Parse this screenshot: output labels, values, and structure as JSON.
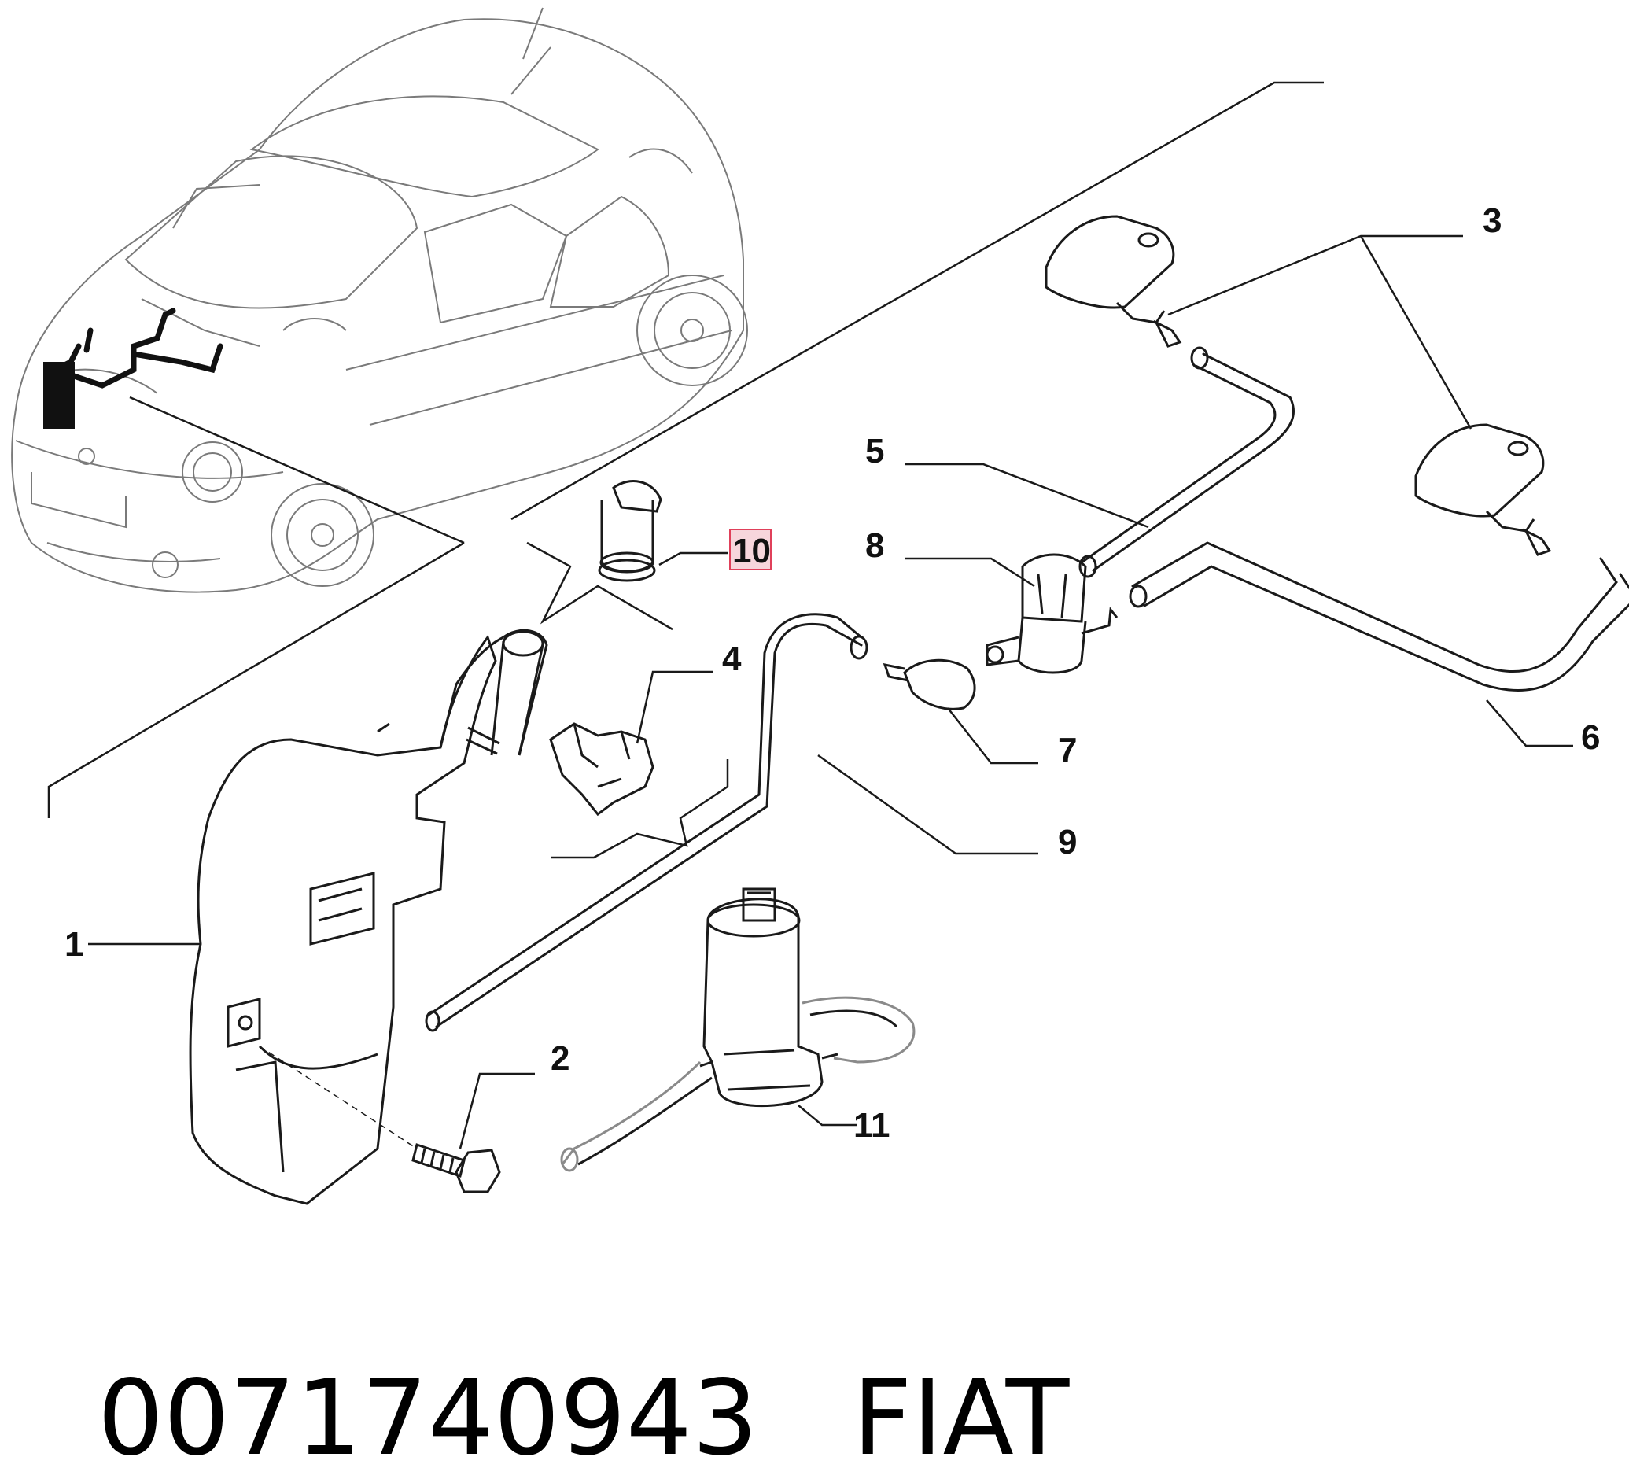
{
  "callouts": [
    {
      "id": "1",
      "part": "washer-reservoir"
    },
    {
      "id": "2",
      "part": "bolt"
    },
    {
      "id": "3",
      "part": "washer-nozzles"
    },
    {
      "id": "4",
      "part": "hose-clip"
    },
    {
      "id": "5",
      "part": "hose"
    },
    {
      "id": "6",
      "part": "hose"
    },
    {
      "id": "7",
      "part": "elbow-connector"
    },
    {
      "id": "8",
      "part": "three-way-connector"
    },
    {
      "id": "9",
      "part": "main-hose"
    },
    {
      "id": "10",
      "part": "filler-cap",
      "highlighted": true
    },
    {
      "id": "11",
      "part": "washer-pump"
    }
  ],
  "footer": {
    "part_number": "0071740943",
    "brand": "FIAT"
  },
  "colors": {
    "line": "#1a1a1a",
    "highlight_border": "#e0405a",
    "highlight_fill": "#f7d6dc",
    "text": "#111111"
  }
}
